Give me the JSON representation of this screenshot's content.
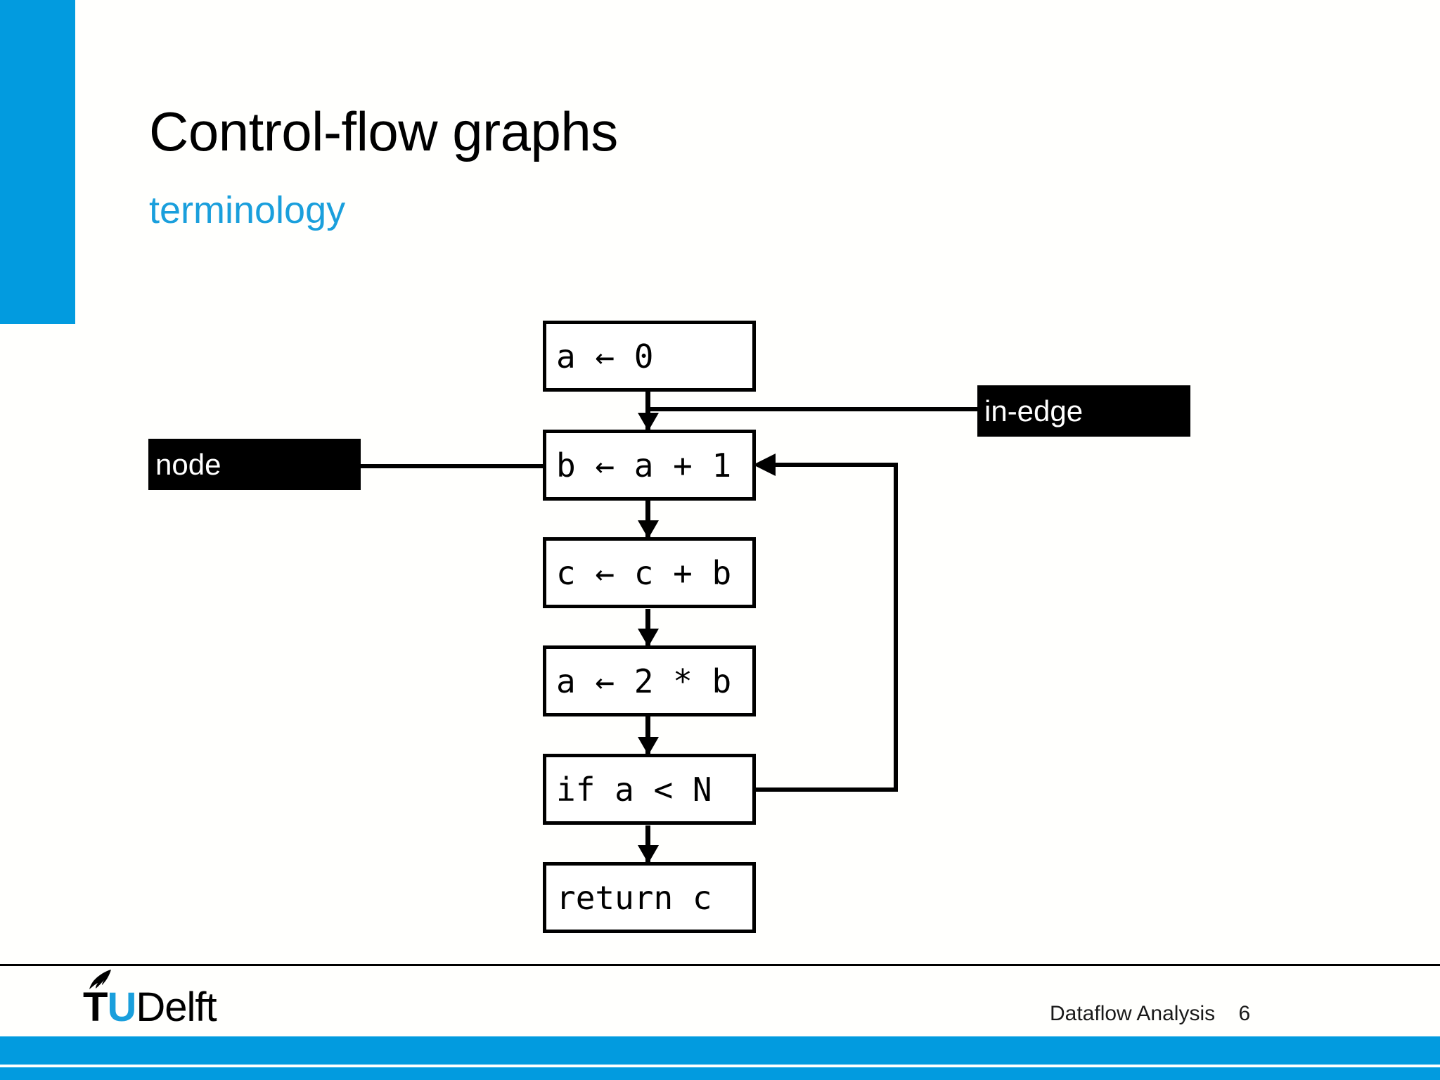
{
  "slide": {
    "title": "Control-flow graphs",
    "subtitle": "terminology",
    "accent_color": "#029bdf",
    "subtitle_color": "#1a9fdc"
  },
  "diagram": {
    "type": "control-flow-graph",
    "nodes": [
      {
        "id": "n1",
        "code": "a ← 0"
      },
      {
        "id": "n2",
        "code": "b ← a + 1"
      },
      {
        "id": "n3",
        "code": "c ← c + b"
      },
      {
        "id": "n4",
        "code": "a ← 2 * b"
      },
      {
        "id": "n5",
        "code": "if a < N"
      },
      {
        "id": "n6",
        "code": "return c"
      }
    ],
    "edges": [
      {
        "from": "n1",
        "to": "n2",
        "kind": "fallthrough"
      },
      {
        "from": "n2",
        "to": "n3",
        "kind": "fallthrough"
      },
      {
        "from": "n3",
        "to": "n4",
        "kind": "fallthrough"
      },
      {
        "from": "n4",
        "to": "n5",
        "kind": "fallthrough"
      },
      {
        "from": "n5",
        "to": "n6",
        "kind": "fallthrough"
      },
      {
        "from": "n5",
        "to": "n2",
        "kind": "loop-back"
      }
    ],
    "callouts": [
      {
        "id": "node-callout",
        "label": "node",
        "points_to": "n2"
      },
      {
        "id": "in-edge-callout",
        "label": "in-edge",
        "points_to": "n1->n2"
      }
    ]
  },
  "footer": {
    "logo_t": "T",
    "logo_u": "U",
    "logo_delft": "Delft",
    "note": "Dataflow Analysis    6",
    "deck_title": "Dataflow Analysis",
    "page_number": "6"
  }
}
